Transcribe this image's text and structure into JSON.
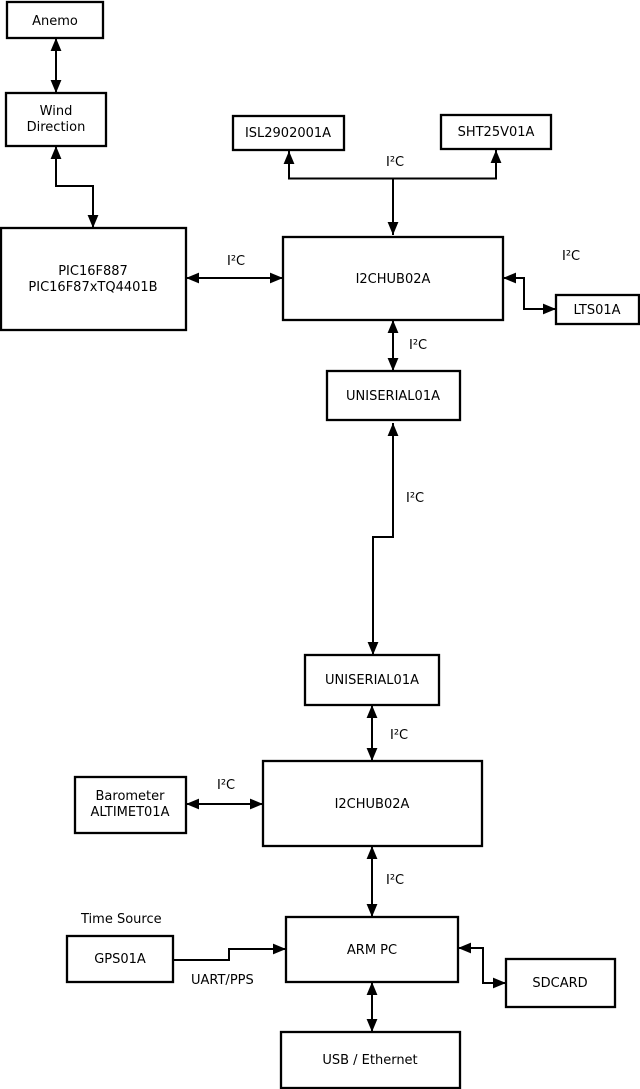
{
  "diagram": {
    "nodes": {
      "anemo": {
        "label": "Anemo"
      },
      "wind_direction": {
        "line1": "Wind",
        "line2": "Direction"
      },
      "pic": {
        "line1": "PIC16F887",
        "line2": "PIC16F87xTQ4401B"
      },
      "isl": {
        "label": "ISL2902001A"
      },
      "sht": {
        "label": "SHT25V01A"
      },
      "hub1": {
        "label": "I2CHUB02A"
      },
      "lts": {
        "label": "LTS01A"
      },
      "uniserial1": {
        "label": "UNISERIAL01A"
      },
      "uniserial2": {
        "label": "UNISERIAL01A"
      },
      "barometer": {
        "line1": "Barometer",
        "line2": "ALTIMET01A"
      },
      "hub2": {
        "label": "I2CHUB02A"
      },
      "gps": {
        "label": "GPS01A"
      },
      "arm_pc": {
        "label": "ARM PC"
      },
      "sdcard": {
        "label": "SDCARD"
      },
      "usb_ethernet": {
        "label": "USB / Ethernet"
      }
    },
    "edge_labels": {
      "i2c": "I²C",
      "time_source": "Time Source",
      "uart_pps": "UART/PPS"
    },
    "colors": {
      "line": "#000000",
      "box_fill": "#ffffff",
      "background": "#ffffff"
    }
  }
}
